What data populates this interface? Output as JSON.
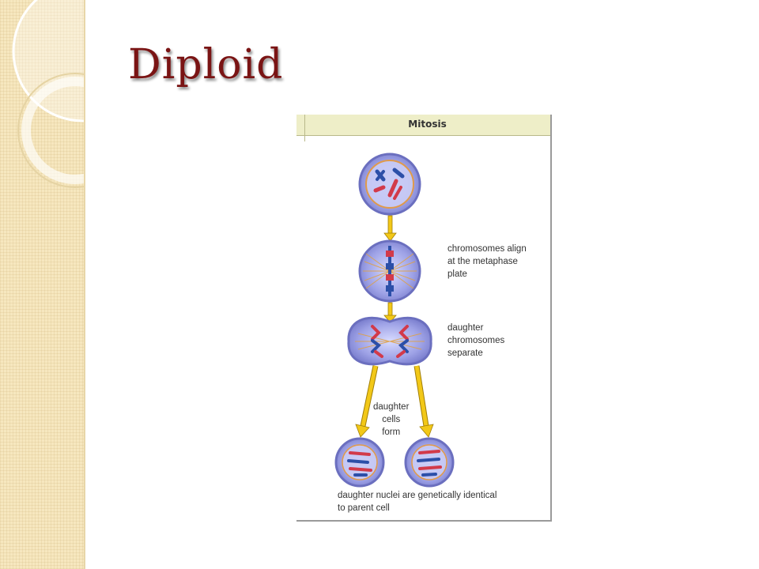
{
  "slide": {
    "title": "Diploid"
  },
  "figure": {
    "heading": "Mitosis",
    "label_metaphase": "chromosomes align\nat the metaphase\nplate",
    "label_anaphase": "daughter\nchromosomes\nseparate",
    "label_cells_form": "daughter\ncells\nform",
    "label_result": "daughter nuclei are genetically identical\nto parent cell"
  },
  "colors": {
    "title": "#7a1414",
    "arrow": "#f2c818",
    "cell": "#8d90d8",
    "chromosome_red": "#d23a4a",
    "chromosome_blue": "#2c4fa8",
    "sidebar": "#f6e7bf"
  }
}
